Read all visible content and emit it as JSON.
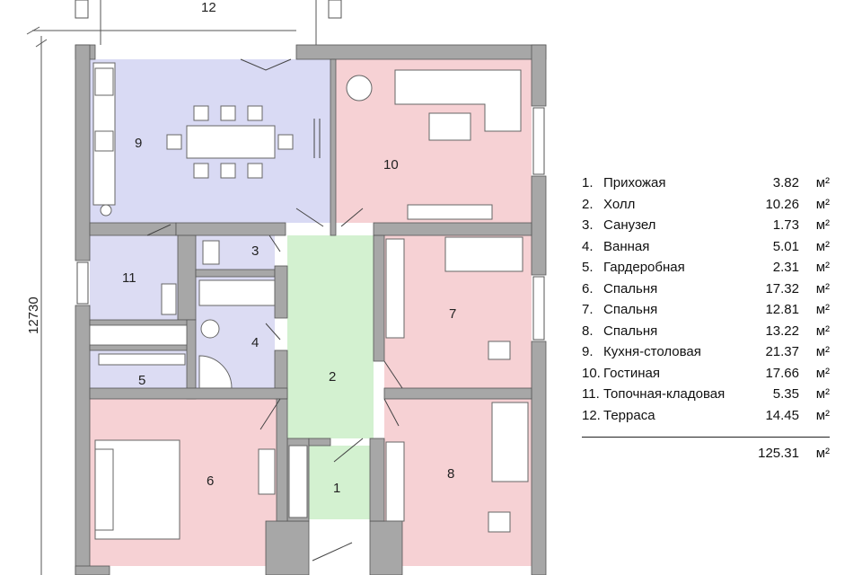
{
  "plan": {
    "dimension_top": "12",
    "dimension_side": "12730",
    "colors": {
      "wall": "#a7a7a7",
      "wall_edge": "#555555",
      "kitchen": "#d9daf4",
      "living": "#f6d1d4",
      "bedroom": "#f6d1d4",
      "storage": "#dcdcf3",
      "corridor": "#d3f1d0",
      "bath": "#dcdcf3"
    },
    "rooms": [
      {
        "id": "1",
        "label": "1",
        "room_name": "Прихожая"
      },
      {
        "id": "2",
        "label": "2",
        "room_name": "Холл"
      },
      {
        "id": "3",
        "label": "3",
        "room_name": "Санузел"
      },
      {
        "id": "4",
        "label": "4",
        "room_name": "Ванная"
      },
      {
        "id": "5",
        "label": "5",
        "room_name": "Гардеробная"
      },
      {
        "id": "6",
        "label": "6",
        "room_name": "Спальня"
      },
      {
        "id": "7",
        "label": "7",
        "room_name": "Спальня"
      },
      {
        "id": "8",
        "label": "8",
        "room_name": "Спальня"
      },
      {
        "id": "9",
        "label": "9",
        "room_name": "Кухня-столовая"
      },
      {
        "id": "10",
        "label": "10",
        "room_name": "Гостиная"
      },
      {
        "id": "11",
        "label": "11",
        "room_name": "Топочная-кладовая"
      }
    ]
  },
  "legend": {
    "unit": "м²",
    "items": [
      {
        "num": "1.",
        "name": "Прихожая",
        "area": "3.82"
      },
      {
        "num": "2.",
        "name": "Холл",
        "area": "10.26"
      },
      {
        "num": "3.",
        "name": "Санузел",
        "area": "1.73"
      },
      {
        "num": "4.",
        "name": "Ванная",
        "area": "5.01"
      },
      {
        "num": "5.",
        "name": "Гардеробная",
        "area": "2.31"
      },
      {
        "num": "6.",
        "name": "Спальня",
        "area": "17.32"
      },
      {
        "num": "7.",
        "name": "Спальня",
        "area": "12.81"
      },
      {
        "num": "8.",
        "name": "Спальня",
        "area": "13.22"
      },
      {
        "num": "9.",
        "name": "Кухня-столовая",
        "area": "21.37"
      },
      {
        "num": "10.",
        "name": "Гостиная",
        "area": "17.66"
      },
      {
        "num": "11.",
        "name": "Топочная-кладовая",
        "area": "5.35"
      },
      {
        "num": "12.",
        "name": "Терраса",
        "area": "14.45"
      }
    ],
    "total": "125.31"
  }
}
